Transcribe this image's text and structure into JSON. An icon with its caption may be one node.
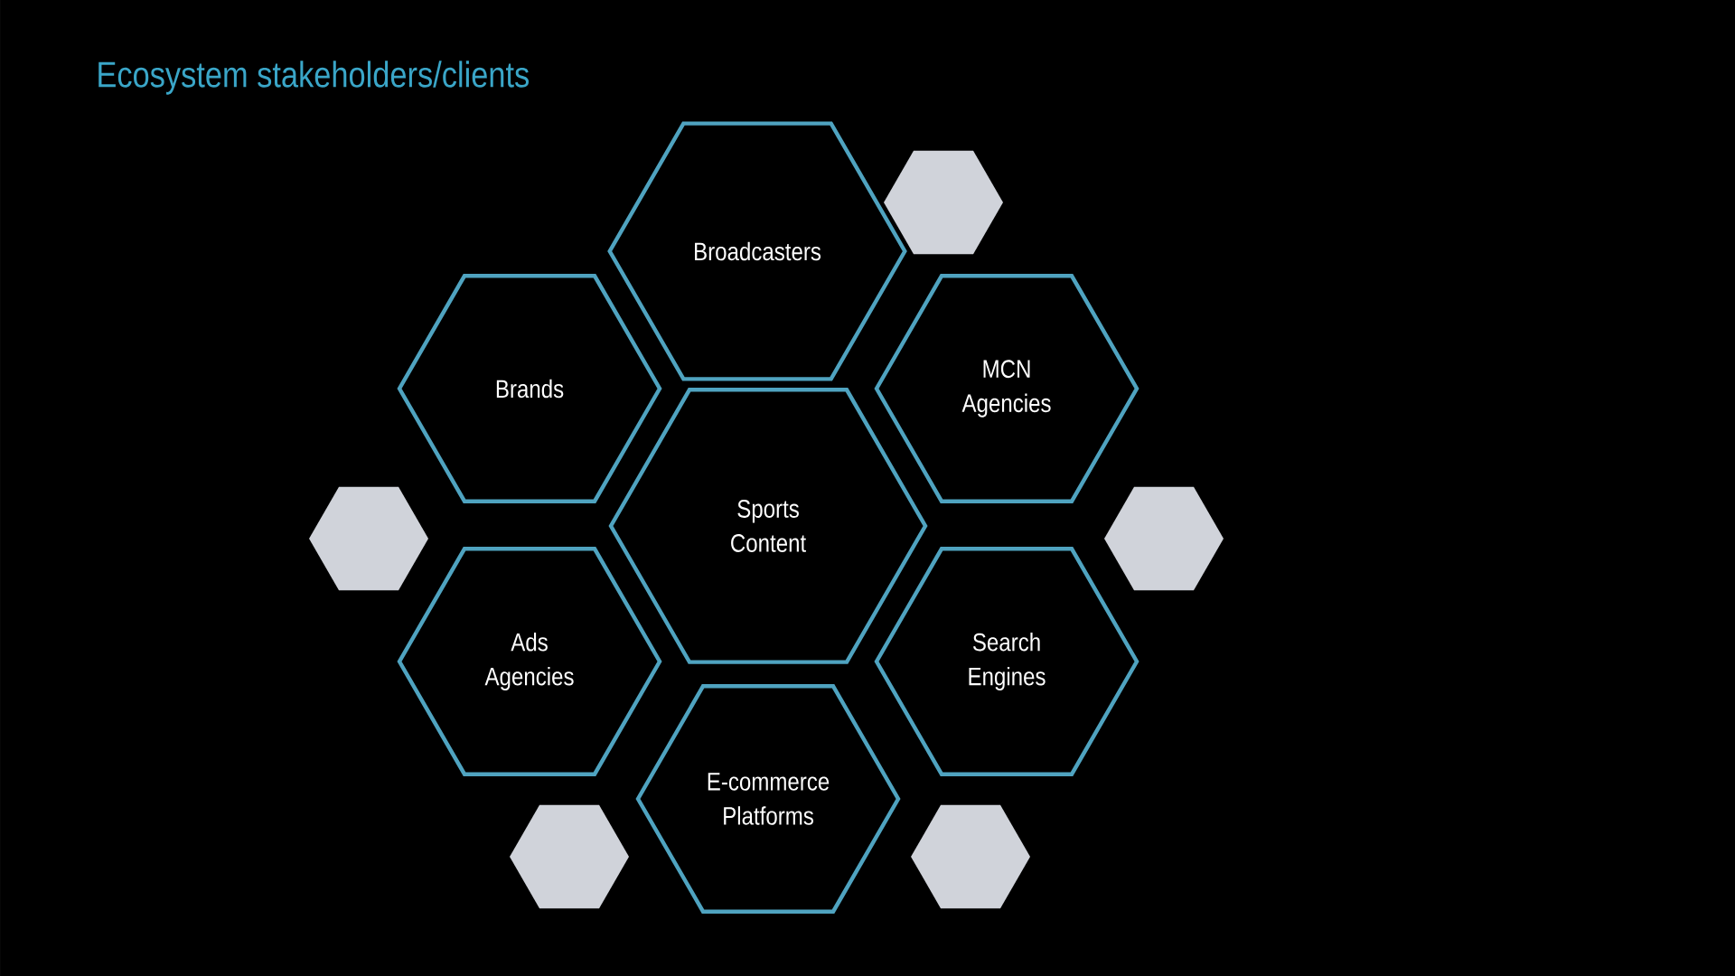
{
  "diagram": {
    "title": "Ecosystem stakeholders/clients",
    "nodes": [
      {
        "text": [
          "Broadcasters"
        ]
      },
      {
        "text": [],
        "shape": "hexagon"
      },
      {
        "text": [
          "Brands"
        ]
      },
      {
        "text": [
          "MCN Agencies"
        ]
      },
      {
        "text": [
          "Sports Content"
        ]
      },
      {
        "text": [],
        "shape": "hexagon"
      },
      {
        "text": [],
        "shape": "hexagon"
      },
      {
        "text": [
          "Ads Agencies"
        ]
      },
      {
        "text": [
          "Search Engines"
        ]
      },
      {
        "text": [
          "E-commerce Platforms"
        ]
      },
      {
        "text": [],
        "shape": "hexagon"
      },
      {
        "text": [],
        "shape": "hexagon"
      }
    ]
  }
}
